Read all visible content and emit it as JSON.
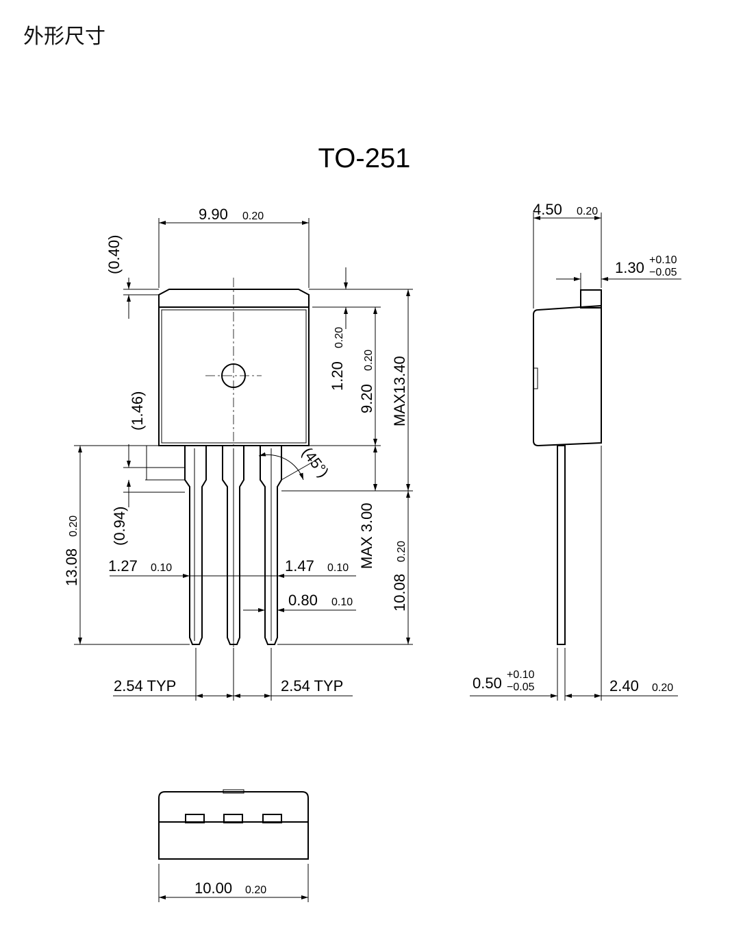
{
  "heading": "外形尺寸",
  "package_title": "TO-251",
  "front_view": {
    "top_width": {
      "value": "9.90",
      "tol": "0.20"
    },
    "tab_step": {
      "value": "(0.40)"
    },
    "tab_height": {
      "value": "1.20",
      "tol": "0.20"
    },
    "body_height": {
      "value": "9.20",
      "tol": "0.20"
    },
    "max_height": {
      "value": "MAX13.40"
    },
    "lead_shoulder": {
      "value": "(1.46)"
    },
    "lead_neck": {
      "value": "(0.94)"
    },
    "angle": {
      "value": "(45°)"
    },
    "max_stub": {
      "value": "MAX 3.00"
    },
    "lead_length": {
      "value": "10.08",
      "tol": "0.20"
    },
    "total_lead": {
      "value": "13.08",
      "tol": "0.20"
    },
    "lead_width_left": {
      "value": "1.27",
      "tol": "0.10"
    },
    "lead_width_right": {
      "value": "1.47",
      "tol": "0.10"
    },
    "lead_thin": {
      "value": "0.80",
      "tol": "0.10"
    },
    "pitch_left": {
      "value": "2.54 TYP"
    },
    "pitch_right": {
      "value": "2.54 TYP"
    }
  },
  "side_view": {
    "thickness": {
      "value": "4.50",
      "tol": "0.20"
    },
    "tab_thickness": {
      "value": "1.30",
      "tol_plus": "+0.10",
      "tol_minus": "−0.05"
    },
    "lead_thickness": {
      "value": "0.50",
      "tol_plus": "+0.10",
      "tol_minus": "−0.05"
    },
    "lead_offset": {
      "value": "2.40",
      "tol": "0.20"
    }
  },
  "bottom_view": {
    "width": {
      "value": "10.00",
      "tol": "0.20"
    }
  }
}
